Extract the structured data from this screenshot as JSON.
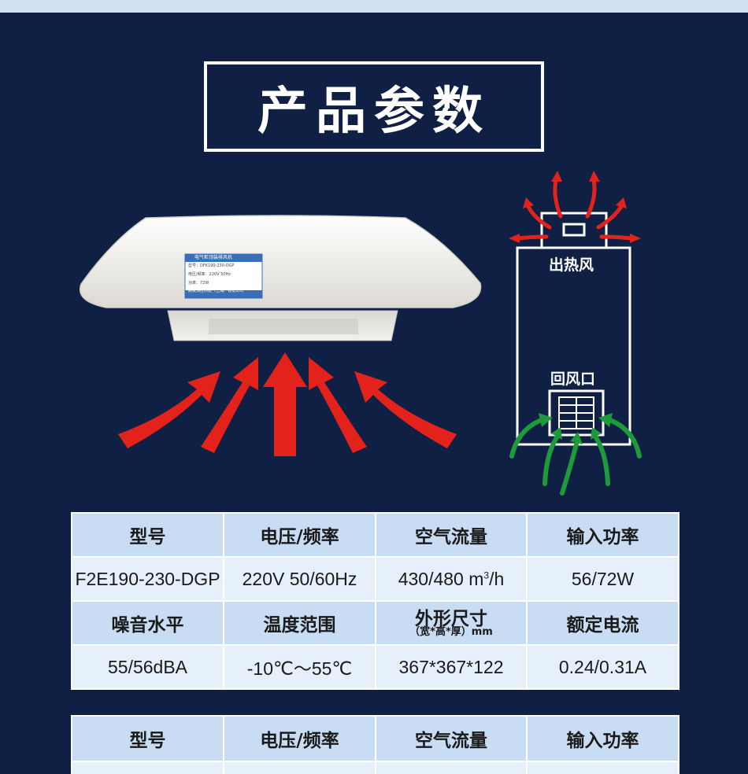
{
  "title": "产品参数",
  "label_plate": {
    "heading": "电气柜顶装排风机",
    "line1": "型号：DFK190-230-DGP",
    "line2": "电压/频率：220V 50Hz",
    "line3": "功率：72W",
    "company": "腾致测控科技（上海）有限公司"
  },
  "diagram": {
    "hot_air_out_label": "出热风",
    "return_air_label": "回风口"
  },
  "table1": {
    "headers_row1": [
      "型号",
      "电压/频率",
      "空气流量",
      "输入功率"
    ],
    "values_row1": [
      "F2E190-230-DGP",
      "220V 50/60Hz",
      "430/480 m",
      "56/72W"
    ],
    "flow_unit_sup": "3",
    "flow_unit_tail": "/h",
    "headers_row2": [
      "噪音水平",
      "温度范围",
      "外形尺寸",
      "额定电流"
    ],
    "dim_sub": "（宽*高*厚）mm",
    "values_row2": [
      "55/56dBA",
      "-10℃～55℃",
      "367*367*122",
      "0.24/0.31A"
    ]
  },
  "table2": {
    "headers_row1": [
      "型号",
      "电压/频率",
      "空气流量",
      "输入功率"
    ]
  },
  "colors": {
    "background": "#0f2044",
    "header_cell": "#c8dcf3",
    "value_cell": "#e6f0fb",
    "arrow_red": "#e3231b",
    "arrow_green": "#1f9a3a"
  }
}
